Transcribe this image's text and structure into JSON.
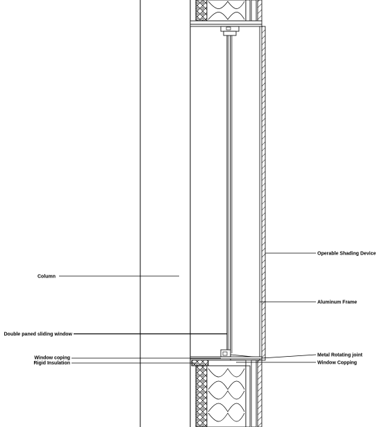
{
  "labels": {
    "column": "Column",
    "double_pane": "Double paned sliding window",
    "window_coping_left": "Window coping",
    "rigid_insulation": "Rigid Insulation",
    "operable_shading": "Operable Shading Device",
    "aluminum_frame": "Aluminum Frame",
    "metal_rotating_joint": "Metal Rotating joint",
    "window_copping_right": "Window Copping"
  },
  "colors": {
    "line": "#000000",
    "background": "#ffffff"
  }
}
